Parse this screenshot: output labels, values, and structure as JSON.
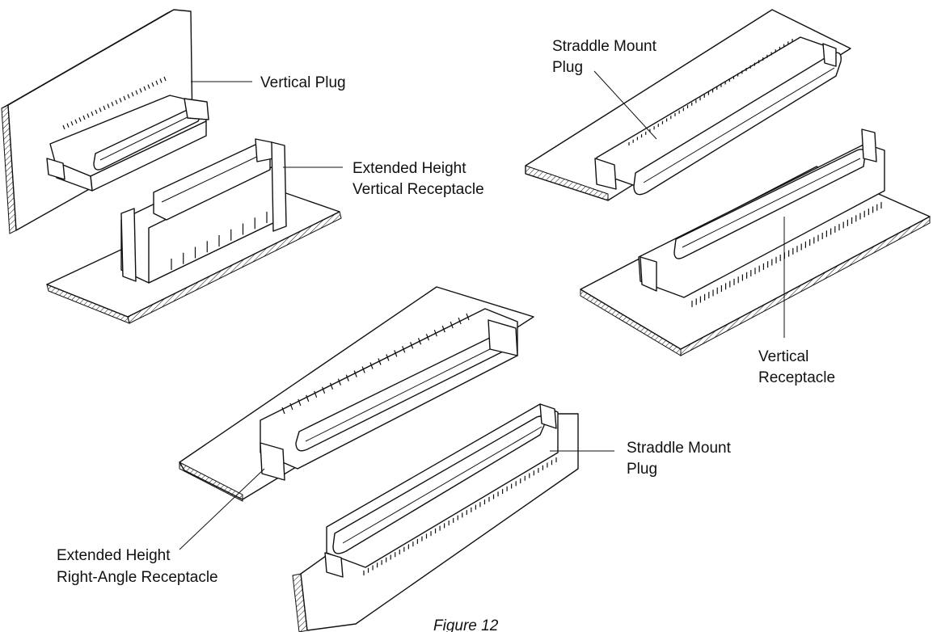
{
  "labels": {
    "vertical_plug": [
      "Vertical Plug"
    ],
    "ext_vertical_receptacle": [
      "Extended Height",
      "Vertical Receptacle"
    ],
    "straddle_plug_top": [
      "Straddle Mount",
      "Plug"
    ],
    "vertical_receptacle": [
      "Vertical",
      "Receptacle"
    ],
    "straddle_plug_bottom": [
      "Straddle Mount",
      "Plug"
    ],
    "ext_right_angle_receptacle": [
      "Extended Height",
      "Right-Angle Receptacle"
    ]
  },
  "caption": "Figure 12"
}
